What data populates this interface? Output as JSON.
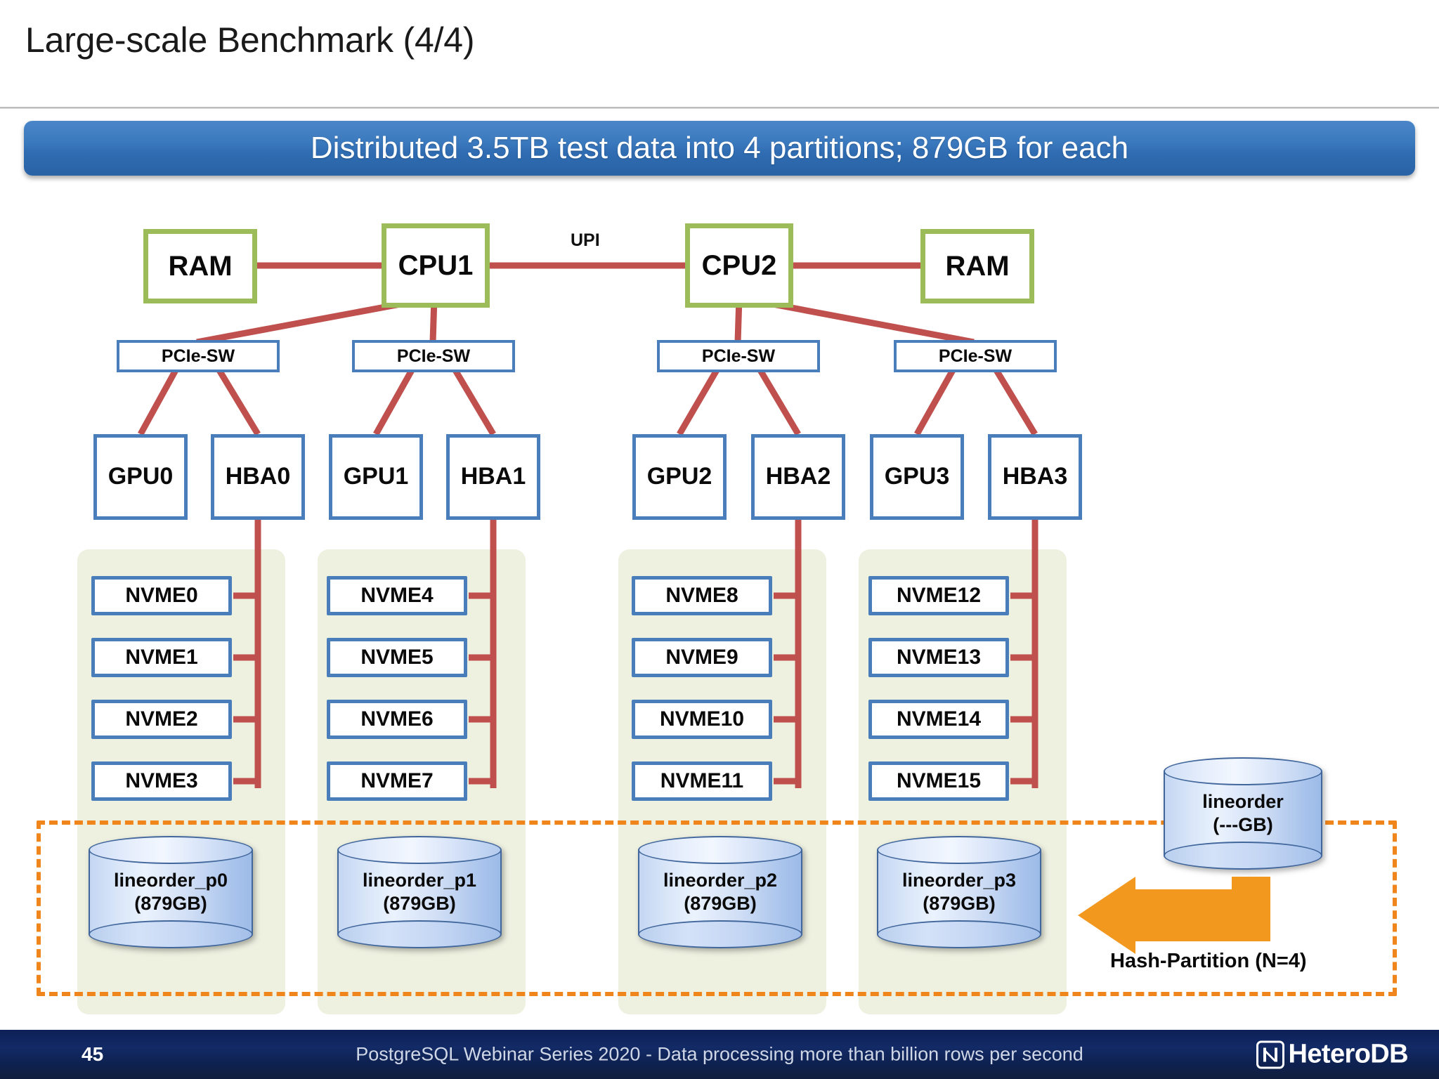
{
  "slide": {
    "title": "Large-scale Benchmark (4/4)",
    "banner": "Distributed 3.5TB test data into 4 partitions; 879GB for each"
  },
  "diagram": {
    "interconnect_label": "UPI",
    "cpus": [
      {
        "id": "cpu1",
        "label": "CPU1"
      },
      {
        "id": "cpu2",
        "label": "CPU2"
      }
    ],
    "rams": [
      {
        "id": "ram-left",
        "label": "RAM"
      },
      {
        "id": "ram-right",
        "label": "RAM"
      }
    ],
    "switches": [
      {
        "id": "pcie-sw-0",
        "label": "PCIe-SW"
      },
      {
        "id": "pcie-sw-1",
        "label": "PCIe-SW"
      },
      {
        "id": "pcie-sw-2",
        "label": "PCIe-SW"
      },
      {
        "id": "pcie-sw-3",
        "label": "PCIe-SW"
      }
    ],
    "gpus": [
      {
        "id": "gpu0",
        "label": "GPU0"
      },
      {
        "id": "gpu1",
        "label": "GPU1"
      },
      {
        "id": "gpu2",
        "label": "GPU2"
      },
      {
        "id": "gpu3",
        "label": "GPU3"
      }
    ],
    "hbas": [
      {
        "id": "hba0",
        "label": "HBA0"
      },
      {
        "id": "hba1",
        "label": "HBA1"
      },
      {
        "id": "hba2",
        "label": "HBA2"
      },
      {
        "id": "hba3",
        "label": "HBA3"
      }
    ],
    "nvme_columns": [
      {
        "column": 0,
        "drives": [
          "NVME0",
          "NVME1",
          "NVME2",
          "NVME3"
        ]
      },
      {
        "column": 1,
        "drives": [
          "NVME4",
          "NVME5",
          "NVME6",
          "NVME7"
        ]
      },
      {
        "column": 2,
        "drives": [
          "NVME8",
          "NVME9",
          "NVME10",
          "NVME11"
        ]
      },
      {
        "column": 3,
        "drives": [
          "NVME12",
          "NVME13",
          "NVME14",
          "NVME15"
        ]
      }
    ],
    "partitions": [
      {
        "id": "p0",
        "name": "lineorder_p0",
        "size": "(879GB)"
      },
      {
        "id": "p1",
        "name": "lineorder_p1",
        "size": "(879GB)"
      },
      {
        "id": "p2",
        "name": "lineorder_p2",
        "size": "(879GB)"
      },
      {
        "id": "p3",
        "name": "lineorder_p3",
        "size": "(879GB)"
      }
    ],
    "source_table": {
      "name": "lineorder",
      "size": "(---GB)"
    },
    "hash_partition_label": "Hash-Partition (N=4)"
  },
  "footer": {
    "page_number": "45",
    "text": "PostgreSQL Webinar Series 2020 - Data processing more than billion rows per second",
    "brand": "HeteroDB"
  },
  "colors": {
    "banner_blue": "#3a78bd",
    "cpu_green": "#9cbb59",
    "node_blue": "#4a7ebb",
    "link_red": "#c0504d",
    "orange": "#f0861b",
    "panel_olive": "#eef0e0",
    "footer_navy": "#122a66"
  }
}
